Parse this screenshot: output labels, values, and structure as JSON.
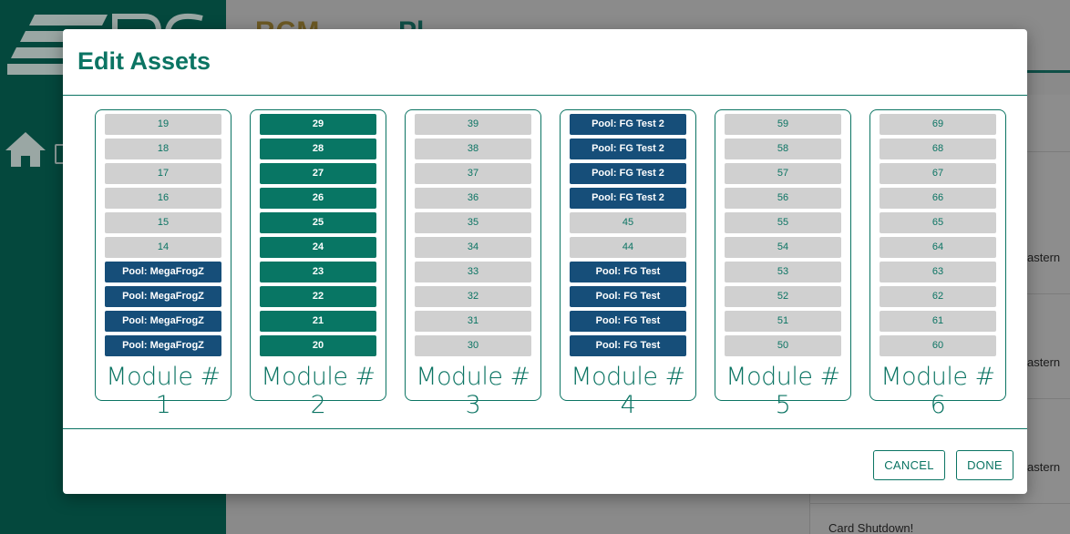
{
  "background": {
    "title_part1": "RCM",
    "title_part2": "Pl",
    "right_panel_texts": [
      "astern",
      "astern",
      "astern",
      "Card Shutdown!"
    ]
  },
  "modal": {
    "title": "Edit Assets",
    "cancel_label": "CANCEL",
    "done_label": "DONE",
    "modules": [
      {
        "label": "Module # 1",
        "slots": [
          {
            "text": "19",
            "state": "empty"
          },
          {
            "text": "18",
            "state": "empty"
          },
          {
            "text": "17",
            "state": "empty"
          },
          {
            "text": "16",
            "state": "empty"
          },
          {
            "text": "15",
            "state": "empty"
          },
          {
            "text": "14",
            "state": "empty"
          },
          {
            "text": "Pool: MegaFrogZ",
            "state": "pool"
          },
          {
            "text": "Pool: MegaFrogZ",
            "state": "pool"
          },
          {
            "text": "Pool: MegaFrogZ",
            "state": "pool"
          },
          {
            "text": "Pool: MegaFrogZ",
            "state": "pool"
          }
        ]
      },
      {
        "label": "Module # 2",
        "slots": [
          {
            "text": "29",
            "state": "selected"
          },
          {
            "text": "28",
            "state": "selected"
          },
          {
            "text": "27",
            "state": "selected"
          },
          {
            "text": "26",
            "state": "selected"
          },
          {
            "text": "25",
            "state": "selected"
          },
          {
            "text": "24",
            "state": "selected"
          },
          {
            "text": "23",
            "state": "selected"
          },
          {
            "text": "22",
            "state": "selected"
          },
          {
            "text": "21",
            "state": "selected"
          },
          {
            "text": "20",
            "state": "selected"
          }
        ]
      },
      {
        "label": "Module # 3",
        "slots": [
          {
            "text": "39",
            "state": "empty"
          },
          {
            "text": "38",
            "state": "empty"
          },
          {
            "text": "37",
            "state": "empty"
          },
          {
            "text": "36",
            "state": "empty"
          },
          {
            "text": "35",
            "state": "empty"
          },
          {
            "text": "34",
            "state": "empty"
          },
          {
            "text": "33",
            "state": "empty"
          },
          {
            "text": "32",
            "state": "empty"
          },
          {
            "text": "31",
            "state": "empty"
          },
          {
            "text": "30",
            "state": "empty"
          }
        ]
      },
      {
        "label": "Module # 4",
        "slots": [
          {
            "text": "Pool: FG Test 2",
            "state": "pool"
          },
          {
            "text": "Pool: FG Test 2",
            "state": "pool"
          },
          {
            "text": "Pool: FG Test 2",
            "state": "pool"
          },
          {
            "text": "Pool: FG Test 2",
            "state": "pool"
          },
          {
            "text": "45",
            "state": "empty"
          },
          {
            "text": "44",
            "state": "empty"
          },
          {
            "text": "Pool: FG Test",
            "state": "pool"
          },
          {
            "text": "Pool: FG Test",
            "state": "pool"
          },
          {
            "text": "Pool: FG Test",
            "state": "pool"
          },
          {
            "text": "Pool: FG Test",
            "state": "pool"
          }
        ]
      },
      {
        "label": "Module # 5",
        "slots": [
          {
            "text": "59",
            "state": "empty"
          },
          {
            "text": "58",
            "state": "empty"
          },
          {
            "text": "57",
            "state": "empty"
          },
          {
            "text": "56",
            "state": "empty"
          },
          {
            "text": "55",
            "state": "empty"
          },
          {
            "text": "54",
            "state": "empty"
          },
          {
            "text": "53",
            "state": "empty"
          },
          {
            "text": "52",
            "state": "empty"
          },
          {
            "text": "51",
            "state": "empty"
          },
          {
            "text": "50",
            "state": "empty"
          }
        ]
      },
      {
        "label": "Module # 6",
        "slots": [
          {
            "text": "69",
            "state": "empty"
          },
          {
            "text": "68",
            "state": "empty"
          },
          {
            "text": "67",
            "state": "empty"
          },
          {
            "text": "66",
            "state": "empty"
          },
          {
            "text": "65",
            "state": "empty"
          },
          {
            "text": "64",
            "state": "empty"
          },
          {
            "text": "63",
            "state": "empty"
          },
          {
            "text": "62",
            "state": "empty"
          },
          {
            "text": "61",
            "state": "empty"
          },
          {
            "text": "60",
            "state": "empty"
          }
        ]
      }
    ]
  },
  "colors": {
    "accent": "#0b7463",
    "pool": "#164e79",
    "selected": "#087664",
    "empty": "#d0d0d0",
    "sidebar": "#04483d"
  }
}
